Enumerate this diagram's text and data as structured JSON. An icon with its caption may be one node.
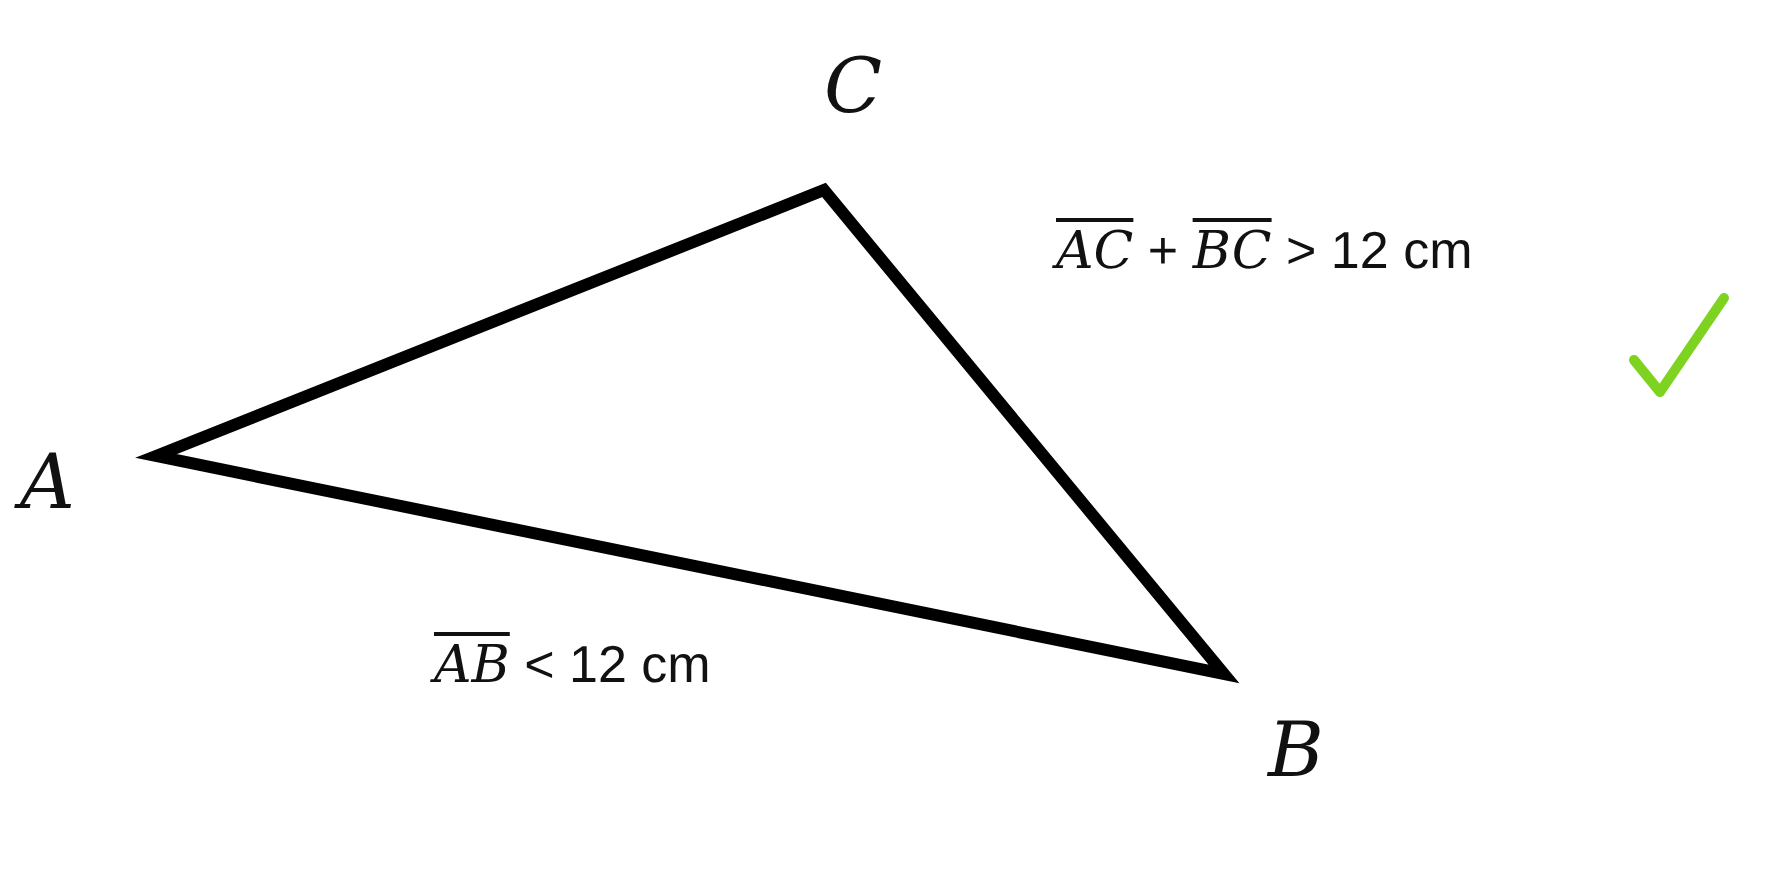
{
  "diagram": {
    "labels": [
      "C",
      "AC + BC > 12 cm",
      "A",
      "AB < 12 cm",
      "B"
    ]
  }
}
